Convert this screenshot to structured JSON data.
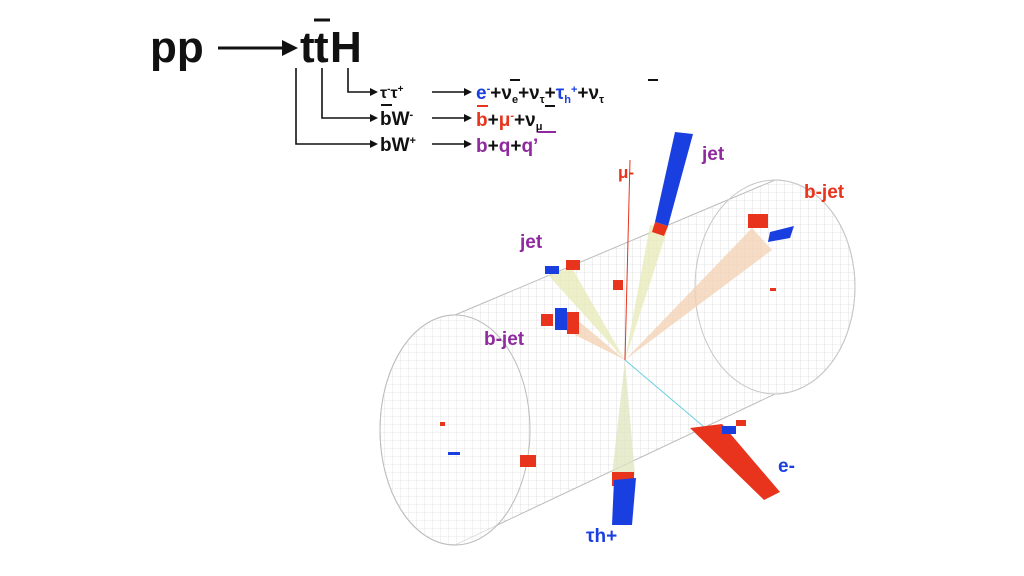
{
  "process": {
    "initial": "pp",
    "t": "t",
    "tbar": "t",
    "h": "H"
  },
  "decays": [
    {
      "parent": [
        "τ",
        "-",
        "τ",
        "+"
      ],
      "products": [
        {
          "t": "e",
          "sup": "-",
          "c": "#1a3fe0"
        },
        {
          "t": "+",
          "c": "#111"
        },
        {
          "t": "ν",
          "sub": "e",
          "bar": true,
          "c": "#111"
        },
        {
          "t": "+ν",
          "sub": "τ",
          "c": "#111"
        },
        {
          "t": "+",
          "c": "#111"
        },
        {
          "t": "τ",
          "sub": "h",
          "sup": "+",
          "c": "#1a3fe0"
        },
        {
          "t": "+",
          "c": "#111"
        },
        {
          "t": "ν",
          "sub": "τ",
          "bar": true,
          "c": "#111"
        }
      ]
    },
    {
      "parent": [
        "b",
        "W",
        "-"
      ],
      "products": [
        {
          "t": "b",
          "bar": true,
          "c": "#e8341c"
        },
        {
          "t": "+",
          "c": "#111"
        },
        {
          "t": "μ",
          "sup": "-",
          "c": "#e8341c"
        },
        {
          "t": "+",
          "c": "#111"
        },
        {
          "t": "ν",
          "sub": "μ",
          "bar": true,
          "c": "#111"
        }
      ]
    },
    {
      "parent": [
        "b",
        "W",
        "+"
      ],
      "products": [
        {
          "t": "b",
          "c": "#8e2a9e"
        },
        {
          "t": "+",
          "c": "#111"
        },
        {
          "t": "q",
          "c": "#8e2a9e"
        },
        {
          "t": "+",
          "c": "#111"
        },
        {
          "t": "q’",
          "bar": true,
          "c": "#8e2a9e"
        }
      ]
    }
  ],
  "labels": {
    "mu": "μ-",
    "jet_top": "jet",
    "bjet_right": "b-jet",
    "jet_left": "jet",
    "bjet_left": "b-jet",
    "electron": "e-",
    "tau_h": "τh+"
  },
  "colors": {
    "red": "#e8341c",
    "blue": "#1a3fe0",
    "purple": "#8e2a9e"
  }
}
